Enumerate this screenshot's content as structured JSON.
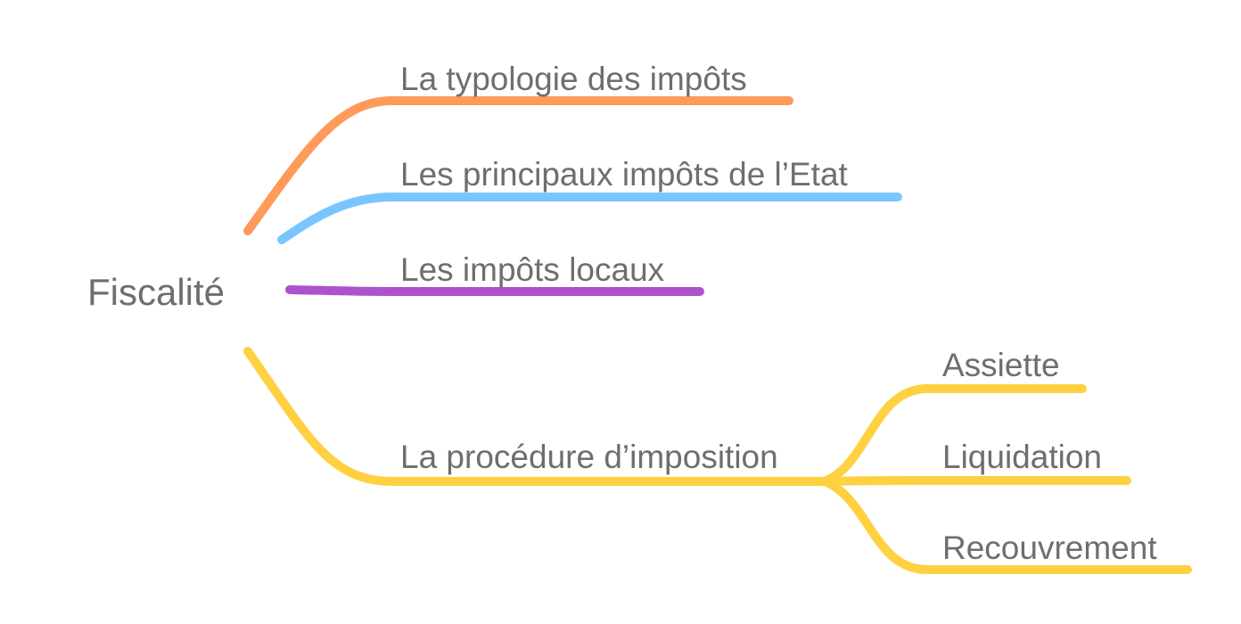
{
  "mindmap": {
    "root": {
      "label": "Fiscalité"
    },
    "branches": [
      {
        "label": "La typologie des impôts",
        "color": "#ff9a5a"
      },
      {
        "label": "Les principaux impôts de l’Etat",
        "color": "#79c6ff"
      },
      {
        "label": "Les impôts locaux",
        "color": "#ad52cc"
      },
      {
        "label": "La procédure d’imposition",
        "color": "#ffd03f",
        "children": [
          {
            "label": "Assiette"
          },
          {
            "label": "Liquidation"
          },
          {
            "label": "Recouvrement"
          }
        ]
      }
    ]
  }
}
